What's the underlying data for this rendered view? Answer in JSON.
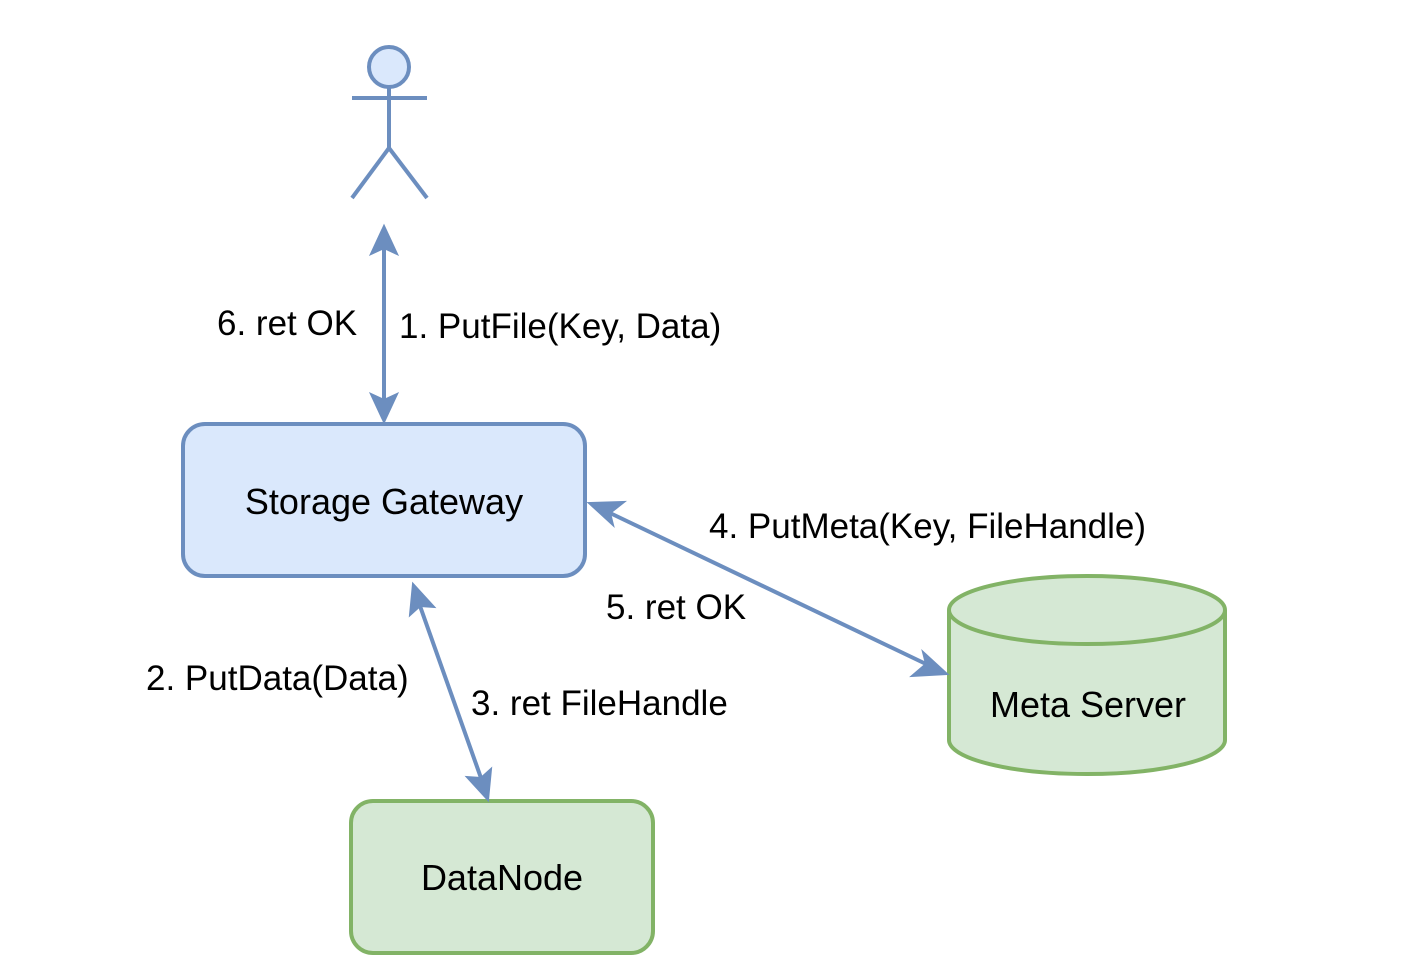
{
  "colors": {
    "blue_stroke": "#6c8ebf",
    "blue_fill": "#dae8fc",
    "green_stroke": "#82b366",
    "green_fill": "#d5e8d4",
    "text": "#000000",
    "background": "#ffffff"
  },
  "actor": {
    "icon": "user-stick-figure-icon"
  },
  "nodes": {
    "storage_gateway": "Storage Gateway",
    "meta_server": "Meta Server",
    "datanode": "DataNode"
  },
  "edges": {
    "put_file": "1. PutFile(Key, Data)",
    "put_data": "2. PutData(Data)",
    "ret_filehandle": "3. ret FileHandle",
    "put_meta": "4. PutMeta(Key, FileHandle)",
    "ret_ok_meta": "5. ret OK",
    "ret_ok_user": "6. ret OK"
  }
}
